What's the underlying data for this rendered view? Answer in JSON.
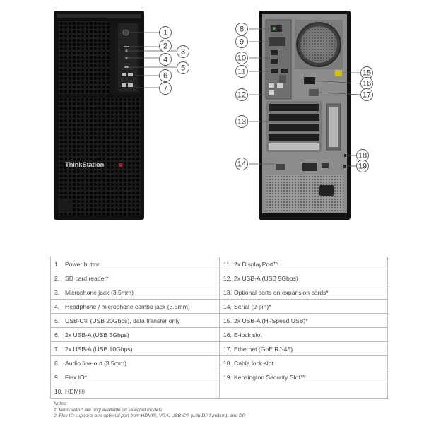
{
  "front": {
    "brand": "ThinkStation",
    "callouts": [
      "1",
      "2",
      "3",
      "4",
      "5",
      "6",
      "7"
    ]
  },
  "rear": {
    "callouts": [
      "8",
      "9",
      "10",
      "11",
      "12",
      "13",
      "14",
      "15",
      "16",
      "17",
      "18",
      "19"
    ]
  },
  "table": {
    "left": [
      {
        "num": "1.",
        "label": "Power button"
      },
      {
        "num": "2.",
        "label": "SD card reader*"
      },
      {
        "num": "3.",
        "label": "Microphone jack (3.5mm)"
      },
      {
        "num": "4.",
        "label": "Headphone / microphone combo jack (3.5mm)"
      },
      {
        "num": "5.",
        "label": "USB-C® (USB 20Gbps), data transfer only"
      },
      {
        "num": "6.",
        "label": "2x USB-A (USB 5Gbps)"
      },
      {
        "num": "7.",
        "label": "2x USB-A (USB 10Gbps)"
      },
      {
        "num": "8.",
        "label": "Audio line-out (3.5mm)"
      },
      {
        "num": "9.",
        "label": "Flex IO*"
      },
      {
        "num": "10.",
        "label": "HDMI®"
      }
    ],
    "right": [
      {
        "num": "11.",
        "label": "2x DisplayPort™"
      },
      {
        "num": "12.",
        "label": "2x USB-A (USB 5Gbps)"
      },
      {
        "num": "13.",
        "label": "Optional ports on expansion cards*"
      },
      {
        "num": "14.",
        "label": "Serial (9-pin)*"
      },
      {
        "num": "15.",
        "label": "2x USB-A (Hi-Speed USB)*"
      },
      {
        "num": "16.",
        "label": "E-lock slot"
      },
      {
        "num": "17.",
        "label": "Ethernet (GbE RJ-45)"
      },
      {
        "num": "18.",
        "label": "Cable lock slot"
      },
      {
        "num": "19.",
        "label": "Kensington Security Slot™"
      },
      {
        "num": "",
        "label": ""
      }
    ]
  },
  "notes": {
    "title": "Notes:",
    "lines": [
      "1. Items with * are only available on selected models",
      "2. Flex IO supports one optional port from HDMI®, VGA, USB-C® (with DP function), and DP."
    ]
  }
}
